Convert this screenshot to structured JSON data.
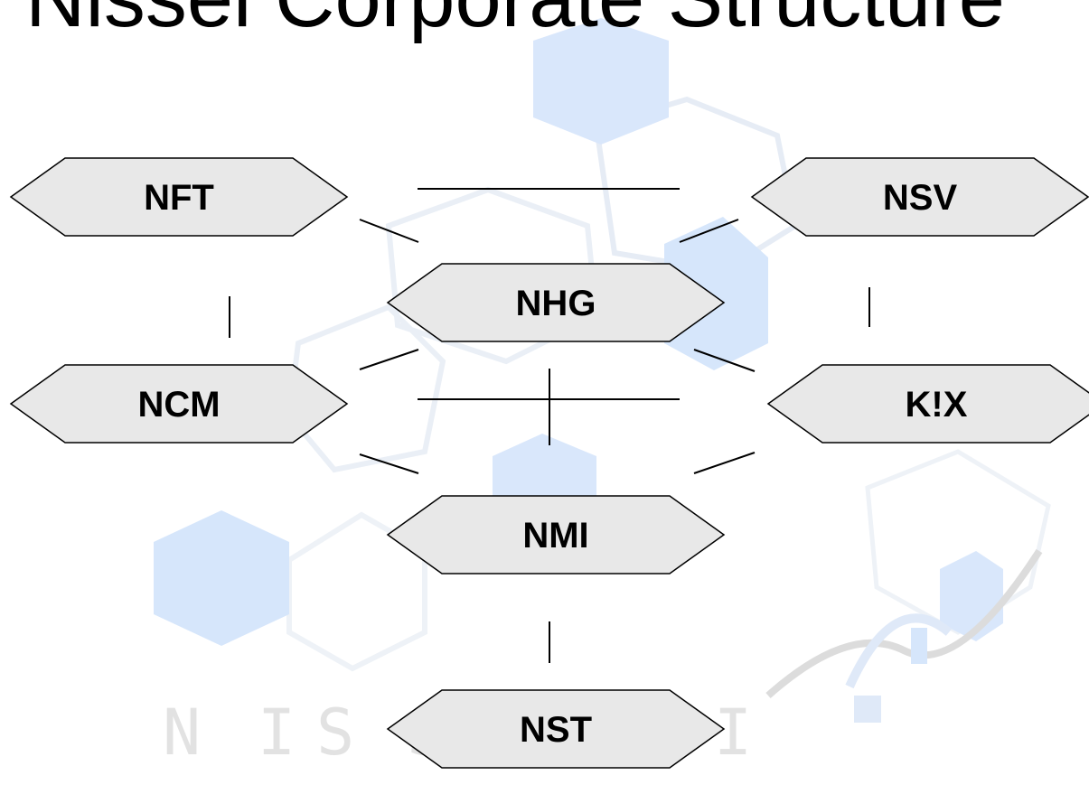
{
  "title": "Nissei Corporate Structure",
  "colors": {
    "node_fill": "#e8e8e8",
    "node_stroke": "#000000",
    "connector": "#000000",
    "watermark_blue": "#d6e6fb",
    "watermark_light": "#eef3fa",
    "watermark_gray": "#e2e2e2",
    "background": "#ffffff"
  },
  "nodes": [
    {
      "id": "nft",
      "label": "NFT"
    },
    {
      "id": "nsv",
      "label": "NSV"
    },
    {
      "id": "nhg",
      "label": "NHG"
    },
    {
      "id": "ncm",
      "label": "NCM"
    },
    {
      "id": "kix",
      "label": "K!X"
    },
    {
      "id": "nmi",
      "label": "NMI"
    },
    {
      "id": "nst",
      "label": "NST"
    }
  ],
  "connections": [
    {
      "from": "NFT",
      "to": "NSV"
    },
    {
      "from": "NFT",
      "to": "NHG"
    },
    {
      "from": "NSV",
      "to": "NHG"
    },
    {
      "from": "NFT",
      "to": "NCM"
    },
    {
      "from": "NSV",
      "to": "K!X"
    },
    {
      "from": "NHG",
      "to": "NCM"
    },
    {
      "from": "NHG",
      "to": "K!X"
    },
    {
      "from": "NHG",
      "to": "NMI"
    },
    {
      "from": "NCM",
      "to": "K!X"
    },
    {
      "from": "NCM",
      "to": "NMI"
    },
    {
      "from": "K!X",
      "to": "NMI"
    },
    {
      "from": "NMI",
      "to": "NST"
    }
  ],
  "watermark": {
    "text": "NISSEI",
    "icon": "hexagon-molecule-logo"
  }
}
